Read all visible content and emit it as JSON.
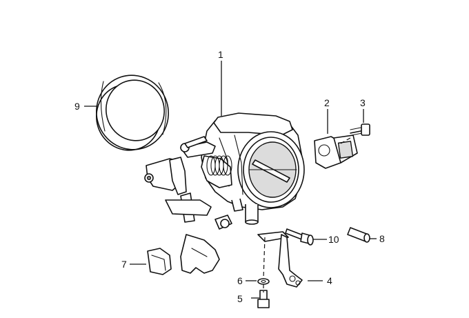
{
  "diagram": {
    "callouts": [
      {
        "id": "1",
        "label": "1"
      },
      {
        "id": "2",
        "label": "2"
      },
      {
        "id": "3",
        "label": "3"
      },
      {
        "id": "4",
        "label": "4"
      },
      {
        "id": "5",
        "label": "5"
      },
      {
        "id": "6",
        "label": "6"
      },
      {
        "id": "7",
        "label": "7"
      },
      {
        "id": "8",
        "label": "8"
      },
      {
        "id": "9",
        "label": "9"
      },
      {
        "id": "10",
        "label": "10"
      }
    ],
    "parts": [
      {
        "callout": "1",
        "name": "throttle-body"
      },
      {
        "callout": "2",
        "name": "throttle-position-sensor"
      },
      {
        "callout": "3",
        "name": "sensor-screw"
      },
      {
        "callout": "4",
        "name": "mounting-bracket"
      },
      {
        "callout": "5",
        "name": "hex-bolt"
      },
      {
        "callout": "6",
        "name": "washer"
      },
      {
        "callout": "7",
        "name": "cable-clip"
      },
      {
        "callout": "8",
        "name": "pin"
      },
      {
        "callout": "9",
        "name": "sealing-ring"
      },
      {
        "callout": "10",
        "name": "flange-bolt"
      }
    ]
  }
}
